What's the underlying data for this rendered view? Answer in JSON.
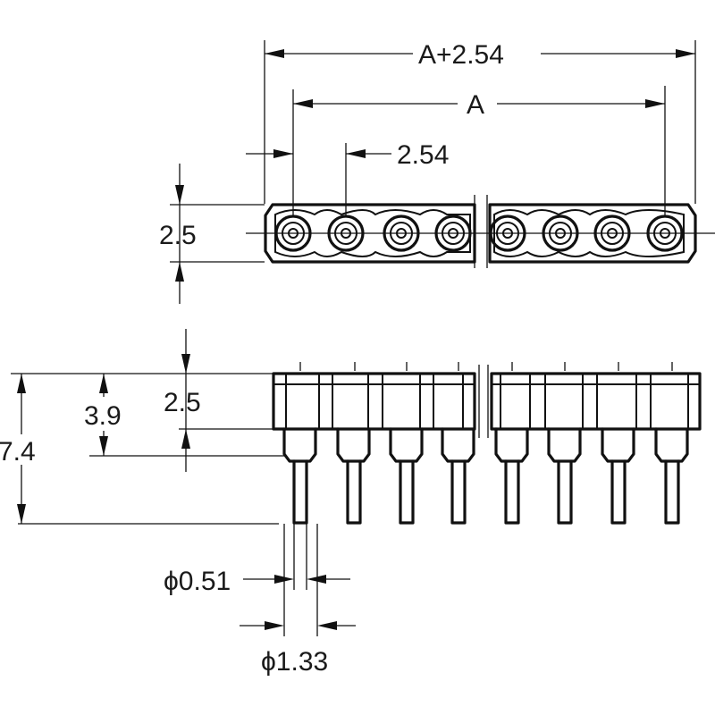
{
  "drawing": {
    "colors": {
      "ink": "#111111",
      "background": "#ffffff"
    },
    "dimensions": {
      "overall_length": "A+2.54",
      "pitch_span": "A",
      "pitch": "2.54",
      "top_body_height": "2.5",
      "side_body_height": "2.5",
      "shoulder_height": "3.9",
      "total_height": "7.4",
      "pin_diameter": "ϕ0.51",
      "shoulder_diameter": "ϕ1.33"
    },
    "pin_count_per_group": 4,
    "groups": 2
  }
}
